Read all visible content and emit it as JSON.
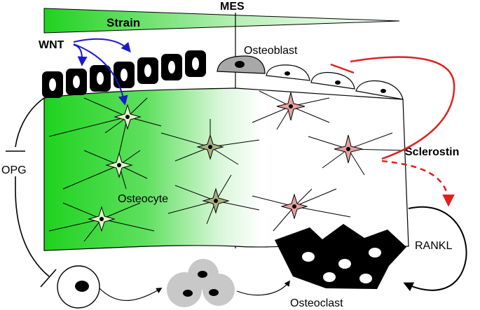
{
  "labels": {
    "mes": "MES",
    "strain": "Strain",
    "wnt": "WNT",
    "osteoblast": "Osteoblast",
    "sclerostin": "Sclerostin",
    "opg": "OPG",
    "osteocyte": "Osteocyte",
    "rankl": "RANKL",
    "osteoclast": "Osteoclast"
  },
  "colors": {
    "bone_green": "#1fd21f",
    "strain_green": "#1fd21f",
    "wnt_arrow": "#1a1acc",
    "sclerostin_arrow": "#e02020",
    "osteocyte_pink": "#e8a0a0",
    "osteocyte_olive": "#a8b080",
    "precursor_gray": "#c8c8c8",
    "active_osteoblast_gray": "#a8a8a8"
  },
  "icons": {
    "strain": "strain-gradient-wedge",
    "lining_cells": "lining-cell-icon",
    "osteocytes": "osteocyte-cell-icon",
    "osteoblasts": "osteoblast-cell-icon",
    "precursor": "precursor-cell-icon",
    "fused_precursors": "fused-precursor-icon",
    "osteoclast": "osteoclast-cell-icon"
  }
}
